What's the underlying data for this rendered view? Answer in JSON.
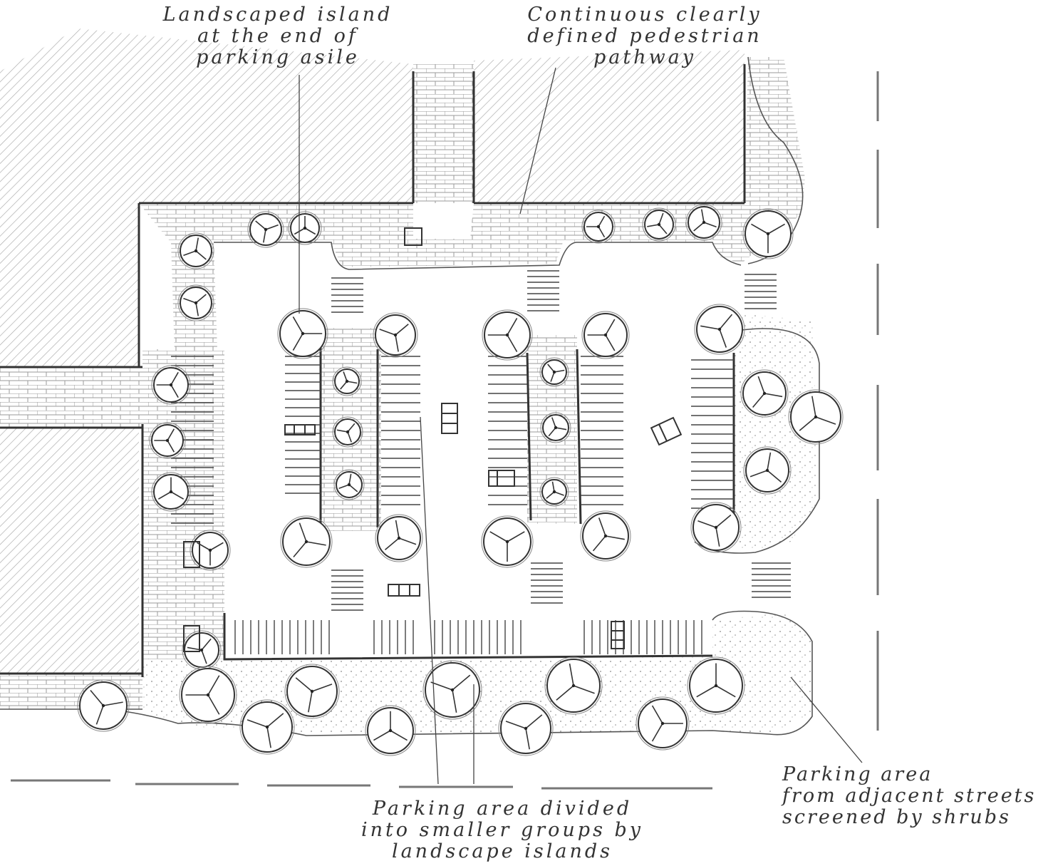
{
  "annotations": {
    "landscaped_island": {
      "line1": "Landscaped island",
      "line2": "at the end of",
      "line3": "parking asile"
    },
    "pedestrian_pathway": {
      "line1": "Continuous clearly",
      "line2": "defined pedestrian",
      "line3": "pathway"
    },
    "parking_divided": {
      "line1": "Parking area divided",
      "line2": "into smaller groups by",
      "line3": "landscape islands"
    },
    "parking_screened": {
      "line1": "Parking area",
      "line2": "from adjacent streets",
      "line3": "screened by shrubs"
    }
  },
  "colors": {
    "ink": "#333333",
    "hatch": "#9a9a9a",
    "paper": "#ffffff"
  },
  "icons": [
    "tree-symbol",
    "car-symbol",
    "brick-paving",
    "diagonal-hatch"
  ]
}
